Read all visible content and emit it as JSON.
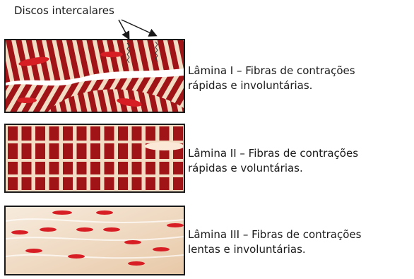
{
  "figure": {
    "discs_label": "Discos intercalares",
    "panels": [
      {
        "id": "lamina-1",
        "line1": "Lâmina I – Fibras de contrações",
        "line2": "rápidas e involuntárias."
      },
      {
        "id": "lamina-2",
        "line1": "Lâmina II – Fibras de contrações",
        "line2": "rápidas e voluntárias."
      },
      {
        "id": "lamina-3",
        "line1": "Lâmina III – Fibras de contrações",
        "line2": "lentas e involuntárias."
      }
    ],
    "colors": {
      "stripe": "#a01418",
      "band": "#f3dcc4",
      "nucleus": "#d81e25",
      "smooth": "#f1e0cc"
    }
  }
}
